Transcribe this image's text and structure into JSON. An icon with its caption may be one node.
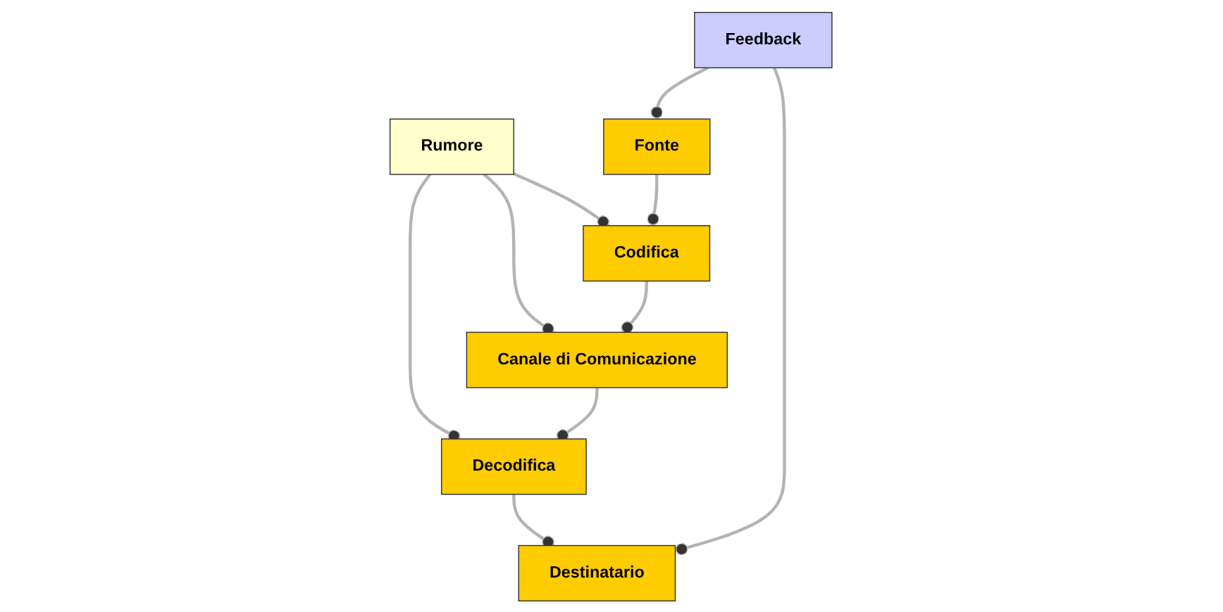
{
  "diagram": {
    "nodes": [
      {
        "text": [
          "Rumore"
        ]
      },
      {
        "text": [
          "Fonte"
        ]
      },
      {
        "text": [
          "Codifica"
        ]
      },
      {
        "text": [
          "Canale di Comunicazione"
        ]
      },
      {
        "text": [
          "Decodifica"
        ]
      },
      {
        "text": [
          "Destinatario"
        ]
      },
      {
        "text": [
          "Feedback"
        ]
      }
    ],
    "edges": [
      {
        "from": 0,
        "to": 2,
        "arrow": "other"
      },
      {
        "from": 0,
        "to": 3,
        "arrow": "other"
      },
      {
        "from": 0,
        "to": 4,
        "arrow": "other"
      },
      {
        "from": 1,
        "to": 2,
        "arrow": "other"
      },
      {
        "from": 2,
        "to": 3,
        "arrow": "other"
      },
      {
        "from": 3,
        "to": 4,
        "arrow": "other"
      },
      {
        "from": 4,
        "to": 5,
        "arrow": "other"
      },
      {
        "from": 6,
        "to": 1,
        "arrow": "other"
      },
      {
        "from": 6,
        "to": 5,
        "arrow": "other"
      }
    ]
  }
}
